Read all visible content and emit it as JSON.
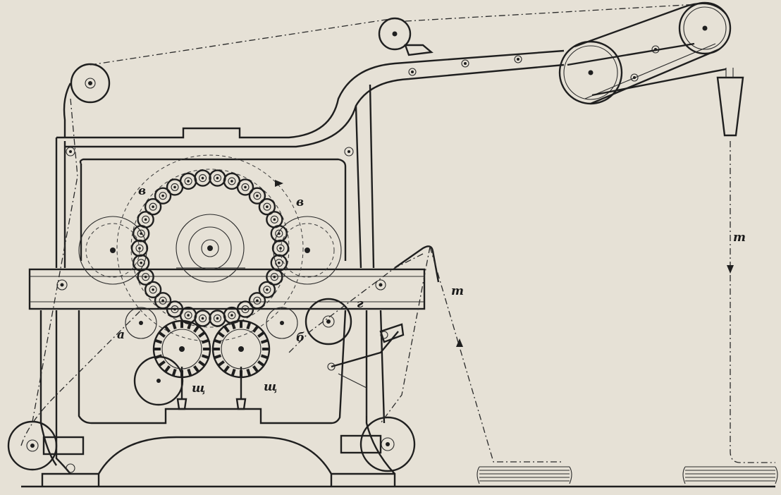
{
  "figure": {
    "labels": {
      "v_left": "в",
      "v_right": "в",
      "a": "а",
      "b": "б",
      "g": "г",
      "m_mid": "т",
      "m_right": "т",
      "sch_left": "щ",
      "sch_right": "щ"
    },
    "colors": {
      "paper": "#e6e1d6",
      "ink": "#1f1f1f"
    }
  }
}
